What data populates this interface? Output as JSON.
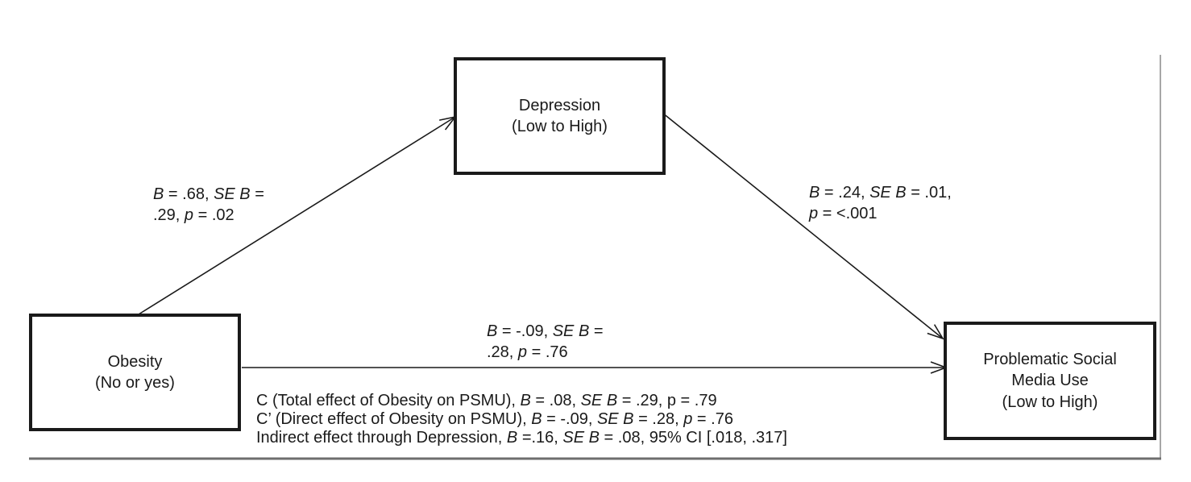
{
  "colors": {
    "ink": "#1a1a1a",
    "frame": "#6e6e6e",
    "background": "#ffffff"
  },
  "nodes": {
    "mediator": {
      "name": "Depression",
      "range": "(Low to High)"
    },
    "predictor": {
      "name": "Obesity",
      "range": "(No or yes)"
    },
    "outcome": {
      "line1": "Problematic Social",
      "line2": "Media Use",
      "range": "(Low to High)"
    }
  },
  "paths": {
    "a": {
      "b_sym": "B",
      "b_eq": " = .68,",
      "se_sym": "SE B",
      "se_eq": " =",
      "b_val2": ".29, ",
      "p_sym": "p",
      "p_eq": " = .02"
    },
    "b": {
      "b_sym": "B",
      "b_eq": " = .24, ",
      "se_sym": "SE B",
      "se_eq": " = .01,",
      "p_sym": "p",
      "p_eq": " = <.001"
    },
    "c_prime": {
      "b_sym": "B",
      "b_eq": " = -.09, ",
      "se_sym": "SE B",
      "se_eq": " =",
      "b_val2": ".28, ",
      "p_sym": "p",
      "p_eq": " = .76"
    }
  },
  "summary": {
    "total": {
      "prefix": "C (Total effect of Obesity on PSMU), ",
      "b_sym": "B",
      "b_eq": " = .08, ",
      "se_sym": "SE B",
      "se_eq": " = .29, p = .79"
    },
    "direct": {
      "prefix": "C’ (Direct effect of Obesity on PSMU), ",
      "b_sym": "B",
      "b_eq": " = -.09, ",
      "se_sym": "SE B",
      "se_eq": " = .28, ",
      "p_sym": "p",
      "p_eq": " = .76"
    },
    "indirect": {
      "prefix": "Indirect effect through Depression, ",
      "b_sym": "B",
      "b_eq": " =.16, ",
      "se_sym": "SE B",
      "se_eq": " = .08, 95% CI [.018, .317]"
    }
  }
}
